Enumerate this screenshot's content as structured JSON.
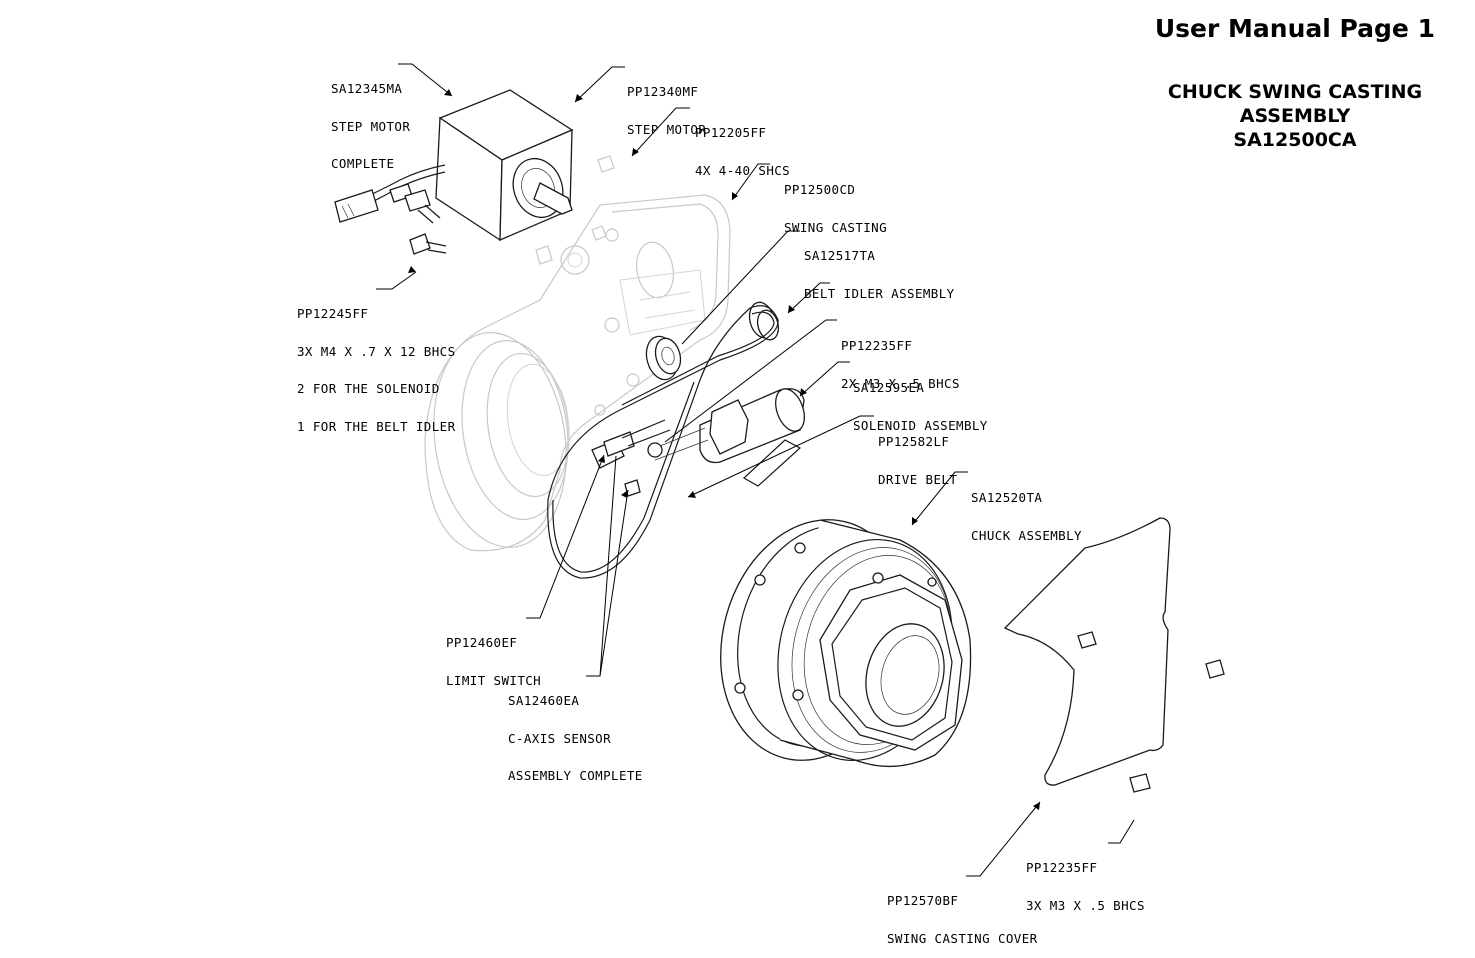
{
  "header": {
    "title": "User Manual Page 1"
  },
  "assembly": {
    "title_lines": [
      "CHUCK SWING CASTING",
      "ASSEMBLY",
      "SA12500CA"
    ]
  },
  "callouts": {
    "step_motor_complete": [
      "SA12345MA",
      "STEP MOTOR",
      "COMPLETE"
    ],
    "step_motor": [
      "PP12340MF",
      "STEP MOTOR"
    ],
    "shcs": [
      "PP12205FF",
      "4X 4-40 SHCS"
    ],
    "swing_casting": [
      "PP12500CD",
      "SWING CASTING"
    ],
    "belt_idler": [
      "SA12517TA",
      "BELT IDLER ASSEMBLY"
    ],
    "bhcs_m4": [
      "PP12245FF",
      "3X M4 X .7 X 12 BHCS",
      "2 FOR THE SOLENOID",
      "1 FOR THE BELT IDLER"
    ],
    "bhcs_m3_2x": [
      "PP12235FF",
      "2X M3 X .5 BHCS"
    ],
    "solenoid": [
      "SA12595EA",
      "SOLENOID ASSEMBLY"
    ],
    "drive_belt": [
      "PP12582LF",
      "DRIVE BELT"
    ],
    "chuck": [
      "SA12520TA",
      "CHUCK ASSEMBLY"
    ],
    "limit_switch": [
      "PP12460EF",
      "LIMIT SWITCH"
    ],
    "c_axis_sensor": [
      "SA12460EA",
      "C-AXIS SENSOR",
      "ASSEMBLY COMPLETE"
    ],
    "bhcs_m3_3x": [
      "PP12235FF",
      "3X M3 X .5 BHCS"
    ],
    "cover": [
      "PP12570BF",
      "SWING CASTING COVER"
    ]
  }
}
